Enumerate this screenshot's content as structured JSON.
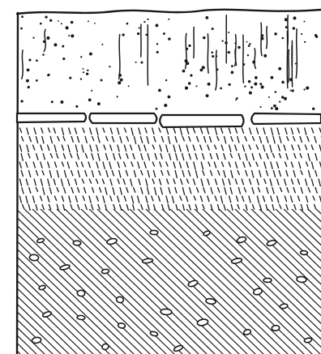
{
  "figure": {
    "layers": [
      {
        "name": "top-soil-layer",
        "pattern": "dots-and-roots"
      },
      {
        "name": "stone-slabs",
        "pattern": "slabs",
        "count": 4
      },
      {
        "name": "middle-layer",
        "pattern": "short-dashes"
      },
      {
        "name": "bottom-layer",
        "pattern": "diagonal-hatch-with-pebbles"
      }
    ],
    "ink_color": "#1a1a1a",
    "paper_color": "#ffffff"
  }
}
